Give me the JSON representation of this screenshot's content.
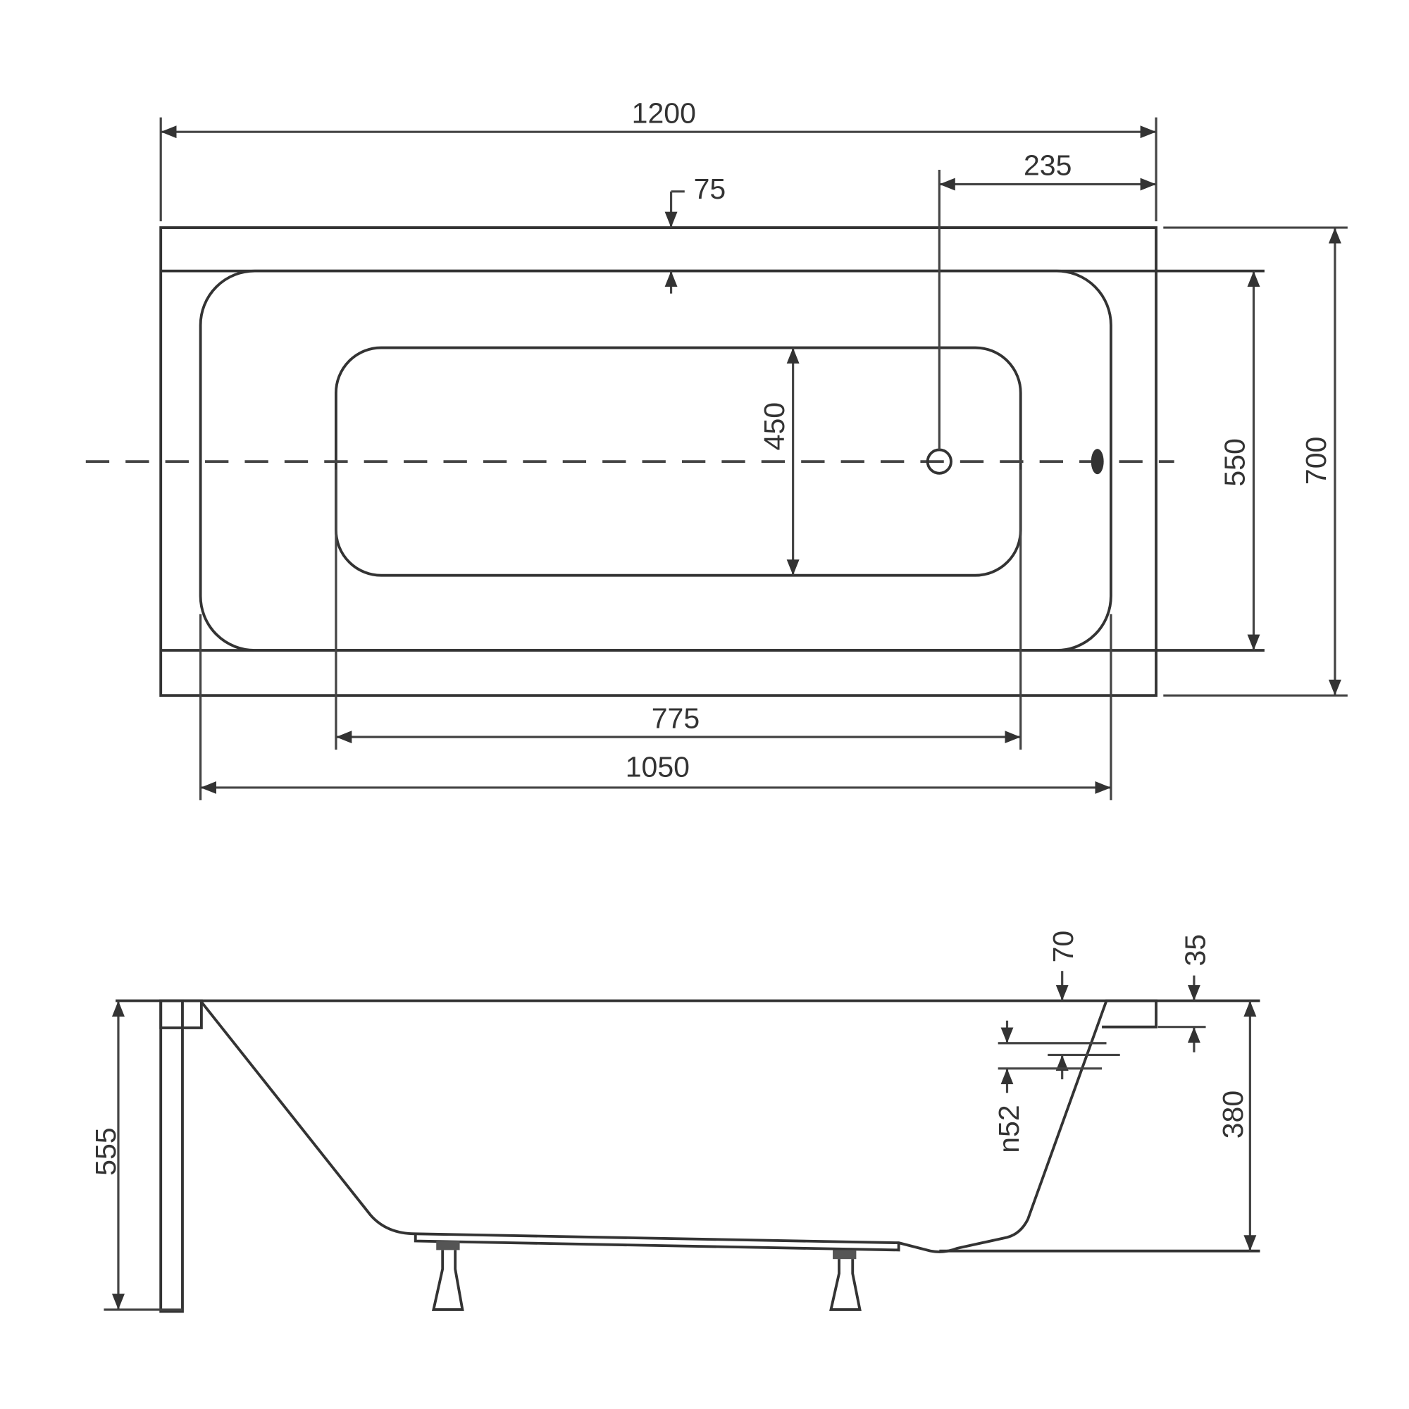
{
  "title": "Bathtub technical drawing",
  "top_view": {
    "overall_length": "1200",
    "outlet_offset": "235",
    "rim_width": "75",
    "inner_bottom_width": "450",
    "inner_width": "550",
    "overall_width": "700",
    "inner_bottom_length": "775",
    "inner_length": "1050"
  },
  "side_view": {
    "overflow_offset": "70",
    "rim_thickness": "35",
    "overflow_diameter": "n52",
    "depth": "380",
    "total_height": "555"
  },
  "colors": {
    "line": "#333333",
    "background": "#ffffff"
  }
}
